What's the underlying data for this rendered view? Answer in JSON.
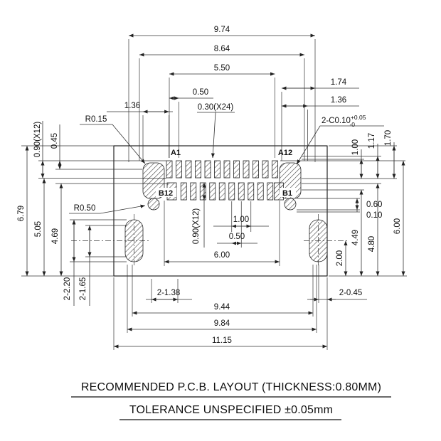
{
  "title": {
    "line1": "RECOMMENDED  P.C.B. LAYOUT (THICKNESS:0.80MM)",
    "line2": "TOLERANCE UNSPECIFIED ±0.05mm"
  },
  "labels": {
    "a1": "A1",
    "a12": "A12",
    "b12": "B12",
    "b1": "B1"
  },
  "dims": {
    "d974": "9.74",
    "d864": "8.64",
    "d550": "5.50",
    "d050top": "0.50",
    "d136l": "1.36",
    "d030": "0.30(X24)",
    "d174": "1.74",
    "d136r": "1.36",
    "chamfer_base": "2-C0.10",
    "chamfer_sup": "+0.05",
    "chamfer_sub": "-0",
    "r015": "R0.15",
    "r050": "R0.50",
    "d090x12_left": "0.90(X12)",
    "d045": "0.45",
    "d100r": "1.00",
    "d117": "1.17",
    "d170": "1.70",
    "d060": "0.60",
    "d010": "0.10",
    "d090x12_center": "0.90(X12)",
    "d100c": "1.00",
    "d050c": "0.50",
    "d600c": "6.00",
    "d449": "4.49",
    "d480": "4.80",
    "d600r": "6.00",
    "d200": "2.00",
    "d679": "6.79",
    "d505": "5.05",
    "d469": "4.69",
    "d2220": "2-2.20",
    "d2165": "2-1.65",
    "d2138": "2-1.38",
    "d2045": "2-0.45",
    "d944": "9.44",
    "d984": "9.84",
    "d1115": "11.15"
  }
}
